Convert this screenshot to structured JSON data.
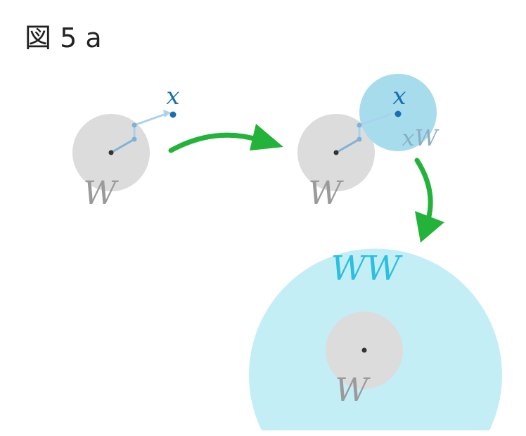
{
  "figure": {
    "title": "図 5 a"
  },
  "panel_left": {
    "set_label": "W",
    "point_label": "x"
  },
  "panel_right": {
    "set_label": "W",
    "point_label": "x",
    "translate_label": "xW"
  },
  "panel_bottom": {
    "product_label": "WW",
    "set_label": "W"
  },
  "colors": {
    "set_gray": "#dcdcdc",
    "set_label_gray": "#9a9a9a",
    "point_blue": "#1a6fb0",
    "path_light_blue": "#a9d2ee",
    "path_dark_blue": "#7fb2d6",
    "translate_blue": "#a6dcec",
    "product_cyan": "#c4eef6",
    "product_label_cyan": "#2bbfe0",
    "arrow_green": "#23b33a"
  }
}
